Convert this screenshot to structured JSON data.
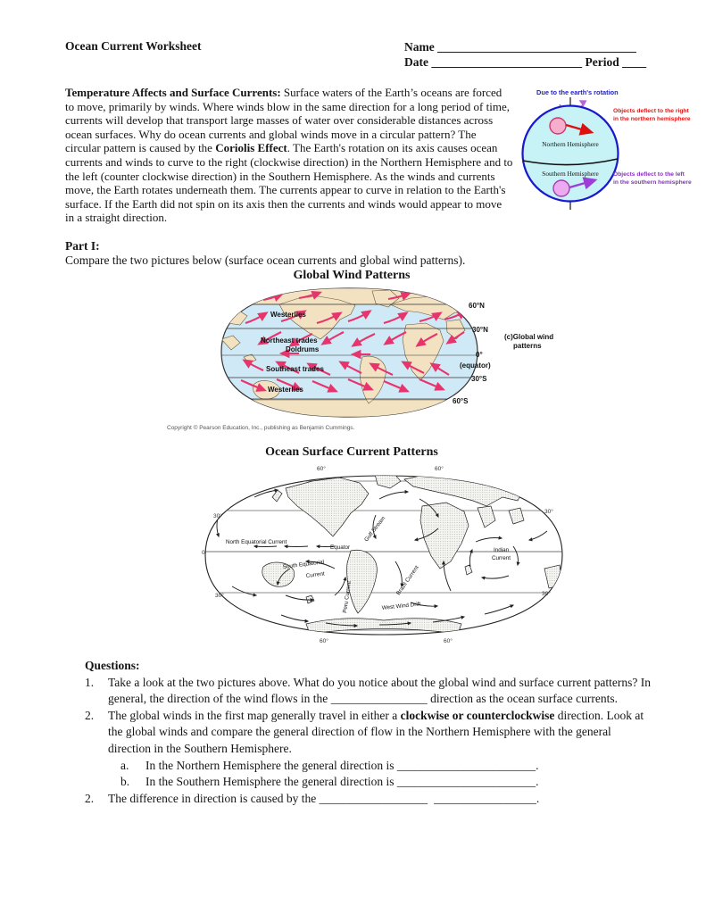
{
  "colors": {
    "wind_arrow_pink": "#e8346c",
    "ocean_fill": "#cfe9f6",
    "land_fill": "#f2e2c2",
    "earth_fill": "#c8f3f6",
    "earth_outline_blue": "#1818cc",
    "deflect_right_red": "#e01818",
    "deflect_left_purple": "#8833bb",
    "rotation_label_blue": "#2020c8"
  },
  "header": {
    "title": "Ocean Current Worksheet",
    "name_label": "Name",
    "name_blank": "_________________________________",
    "date_label": "Date",
    "date_blank": "_________________________",
    "period_label": "Period",
    "period_blank": "____"
  },
  "intro": {
    "lead_bold": "Temperature Affects and Surface Currents:",
    "body_1": " Surface waters of the Earth’s oceans are forced to move, primarily by winds.  Where winds blow in the same direction for a long period of time, currents will develop that transport large masses of water over considerable distances across ocean surfaces.  Why do ocean currents and global winds move in a circular pattern? The circular pattern is caused by the ",
    "coriolis_bold": "Coriolis Effect",
    "body_2": ". The Earth's rotation on its axis causes ocean currents and winds to curve to the right (clockwise direction) in the Northern Hemisphere and to the left (counter clockwise direction) in the Southern Hemisphere. As the winds and currents move, the Earth rotates underneath them. The currents appear to curve in relation to the Earth's surface. If the Earth did not spin on its axis then the currents and winds would appear to move in a straight direction."
  },
  "coriolis_diagram": {
    "rotation_label": "Due to the earth's rotation",
    "nh_label": "Northern Hemisphere",
    "sh_label": "Southern Hemisphere",
    "deflect_right": [
      "Objects deflect to the right",
      "in the northern hemisphere"
    ],
    "deflect_left": [
      "Objects deflect to the left",
      "in the southern hemisphere"
    ]
  },
  "part1": {
    "heading": "Part I:",
    "instruction": "Compare the two pictures below (surface ocean currents and global wind patterns)."
  },
  "wind_map": {
    "title": "Global Wind Patterns",
    "band_labels": {
      "westerlies_north": "Westerlies",
      "northeast_trades": "Northeast trades",
      "doldrums": "Doldrums",
      "southeast_trades": "Southeast trades",
      "westerlies_south": "Westerlies"
    },
    "latitude_labels": [
      "60°N",
      "30°N",
      "0°",
      "(equator)",
      "30°S",
      "60°S"
    ],
    "caption_lines": [
      "(c)Global wind",
      "patterns"
    ],
    "copyright": "Copyright © Pearson Education, Inc., publishing as Benjamin Cummings."
  },
  "ocean_map": {
    "title": "Ocean Surface Current Patterns",
    "current_labels": {
      "north_equatorial": "North Equatorial Current",
      "equator": "Equator",
      "south_equatorial": [
        "South Equatorial",
        "Current"
      ],
      "gulf_stream": "Gulf Stream",
      "peru": "Peru Current",
      "brazil": "Brazil Current",
      "west_wind_drift": "West Wind Drift",
      "indian": [
        "Indian",
        "Current"
      ]
    },
    "ticks": {
      "top": [
        "60°",
        "60°"
      ],
      "bottom": [
        "60°",
        "60°"
      ],
      "left_30n": "30°",
      "right_30n": "30°",
      "left_30s": "30°",
      "right_30s": "30°",
      "zero": "0"
    }
  },
  "questions": {
    "heading": "Questions:",
    "q1": {
      "num": "1.",
      "text_1": "Take a look at the two pictures above.  What do you notice about the global wind and surface current patterns?  In general, the direction of the wind flows in the ",
      "blank": "________________",
      "text_2": " direction as the ocean surface currents."
    },
    "q2": {
      "num": "2.",
      "text_1": "The global winds in the first map generally travel in either a ",
      "bold": "clockwise or counterclockwise",
      "text_2": " direction.  Look at the global winds and compare the general direction of flow in the Northern Hemisphere with the general direction in the Southern Hemisphere.",
      "sub_a": {
        "num": "a.",
        "text": "In the Northern Hemisphere the general direction is ",
        "blank": "_______________________",
        "period": "."
      },
      "sub_b": {
        "num": "b.",
        "text": "In the Southern Hemisphere the general direction is ",
        "blank": "_______________________",
        "period": "."
      }
    },
    "q3": {
      "num": "2.",
      "text": "The difference in direction is caused by the ",
      "blank_1": "__________________",
      "blank_2": "_________________",
      "period": "."
    }
  }
}
